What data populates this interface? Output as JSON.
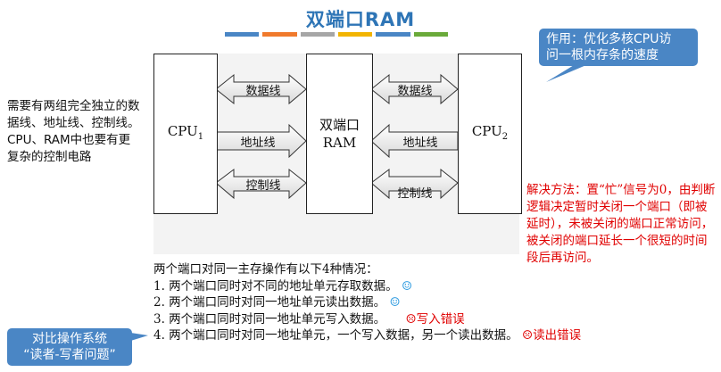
{
  "title": "双端口RAM",
  "colorbar": [
    "#4a86c5",
    "#f07a2c",
    "#a6a6a6",
    "#f2b400",
    "#4a86c5",
    "#6aaa3a"
  ],
  "diagram": {
    "cpu1": "CPU",
    "cpu1_sub": "1",
    "ram_line1": "双端口",
    "ram_line2": "RAM",
    "cpu2": "CPU",
    "cpu2_sub": "2",
    "left_buses": [
      "数据线",
      "地址线",
      "控制线"
    ],
    "right_buses": [
      "数据线",
      "地址线",
      "控制线"
    ]
  },
  "callout_top_right": [
    "作用：优化多核CPU访",
    "问一根内存条的速度"
  ],
  "left_note": "需要有两组完全独立的数据线、地址线、控制线。CPU、RAM中也要有更复杂的控制电路",
  "red_note": "解决方法：置“忙”信号为0，由判断逻辑决定暂时关闭一个端口（即被延时），未被关闭的端口正常访问，被关闭的端口延长一个很短的时间段后再访问。",
  "cases": {
    "intro": "两个端口对同一主存操作有以下4种情况：",
    "items": [
      {
        "text": "1. 两个端口同时对不同的地址单元存取数据。",
        "mark": "☺",
        "mark_type": "ok"
      },
      {
        "text": "2. 两个端口同时对同一地址单元读出数据。",
        "mark": "☺",
        "mark_type": "ok"
      },
      {
        "text": "3. 两个端口同时对同一地址单元写入数据。",
        "mark": "☹写入错误",
        "mark_type": "err"
      },
      {
        "text": "4. 两个端口同时对同一地址单元，一个写入数据，另一个读出数据。",
        "mark": "☹读出错误",
        "mark_type": "err"
      }
    ]
  },
  "callout_bottom_left": [
    "对比操作系统",
    "“读者-写者问题”"
  ]
}
